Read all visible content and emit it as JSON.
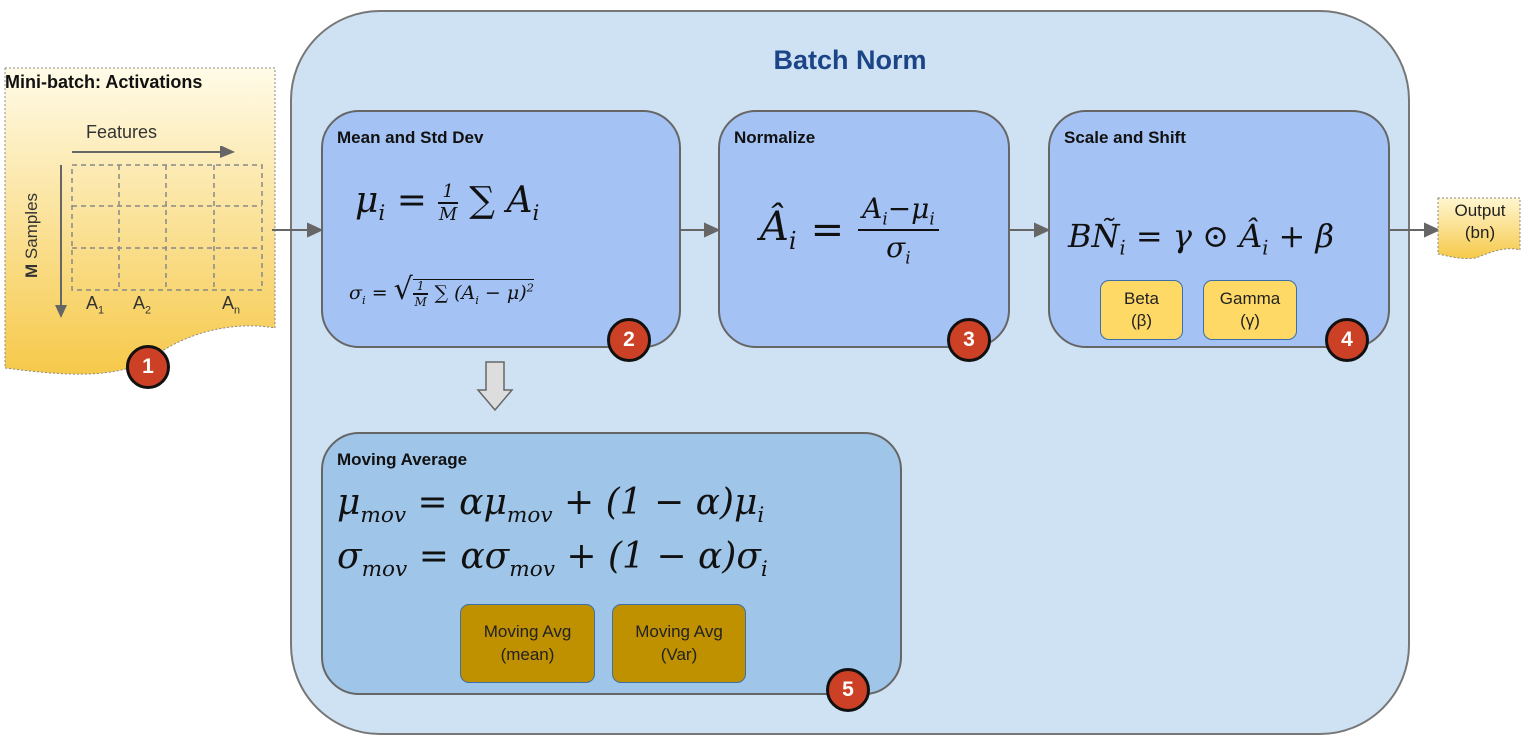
{
  "title": "Batch Norm",
  "minibatch": {
    "title": "Mini-batch: Activations",
    "features": "Features",
    "samples_bold": "M",
    "samples": " Samples",
    "cols": [
      "A",
      "A",
      "A"
    ],
    "col_subs": [
      "1",
      "2",
      "n"
    ],
    "badge": "1"
  },
  "mean_std": {
    "title": "Mean and Std Dev",
    "mu": "μ",
    "sub_i": "i",
    "eq": "=",
    "one": "1",
    "M": "M",
    "sum": "∑",
    "A": "A",
    "sigma": "σ",
    "sqrt_body": "∑ (A",
    "minus_mu": " − μ)",
    "sq": "2",
    "badge": "2"
  },
  "normalize": {
    "title": "Normalize",
    "Ahat": "Â",
    "num": "A",
    "minus": "−μ",
    "den": "σ",
    "badge": "3"
  },
  "scale_shift": {
    "title": "Scale and Shift",
    "lhs": "BÑ",
    "rhs": "= γ ⊙ Â",
    "plus": "+ β",
    "chips": [
      {
        "line1": "Beta",
        "line2": "(β)"
      },
      {
        "line1": "Gamma",
        "line2": "(γ)"
      }
    ],
    "badge": "4"
  },
  "moving_avg": {
    "title": "Moving Average",
    "eq1": [
      "μ",
      "mov",
      "= αμ",
      "mov",
      "+ (1 − α)μ"
    ],
    "eq2": [
      "σ",
      "mov",
      "= ασ",
      "mov",
      "+ (1 − α)σ"
    ],
    "chips": [
      {
        "line1": "Moving Avg",
        "line2": "(mean)"
      },
      {
        "line1": "Moving Avg",
        "line2": "(Var)"
      }
    ],
    "badge": "5"
  },
  "output": {
    "line1": "Output",
    "line2": "(bn)"
  }
}
